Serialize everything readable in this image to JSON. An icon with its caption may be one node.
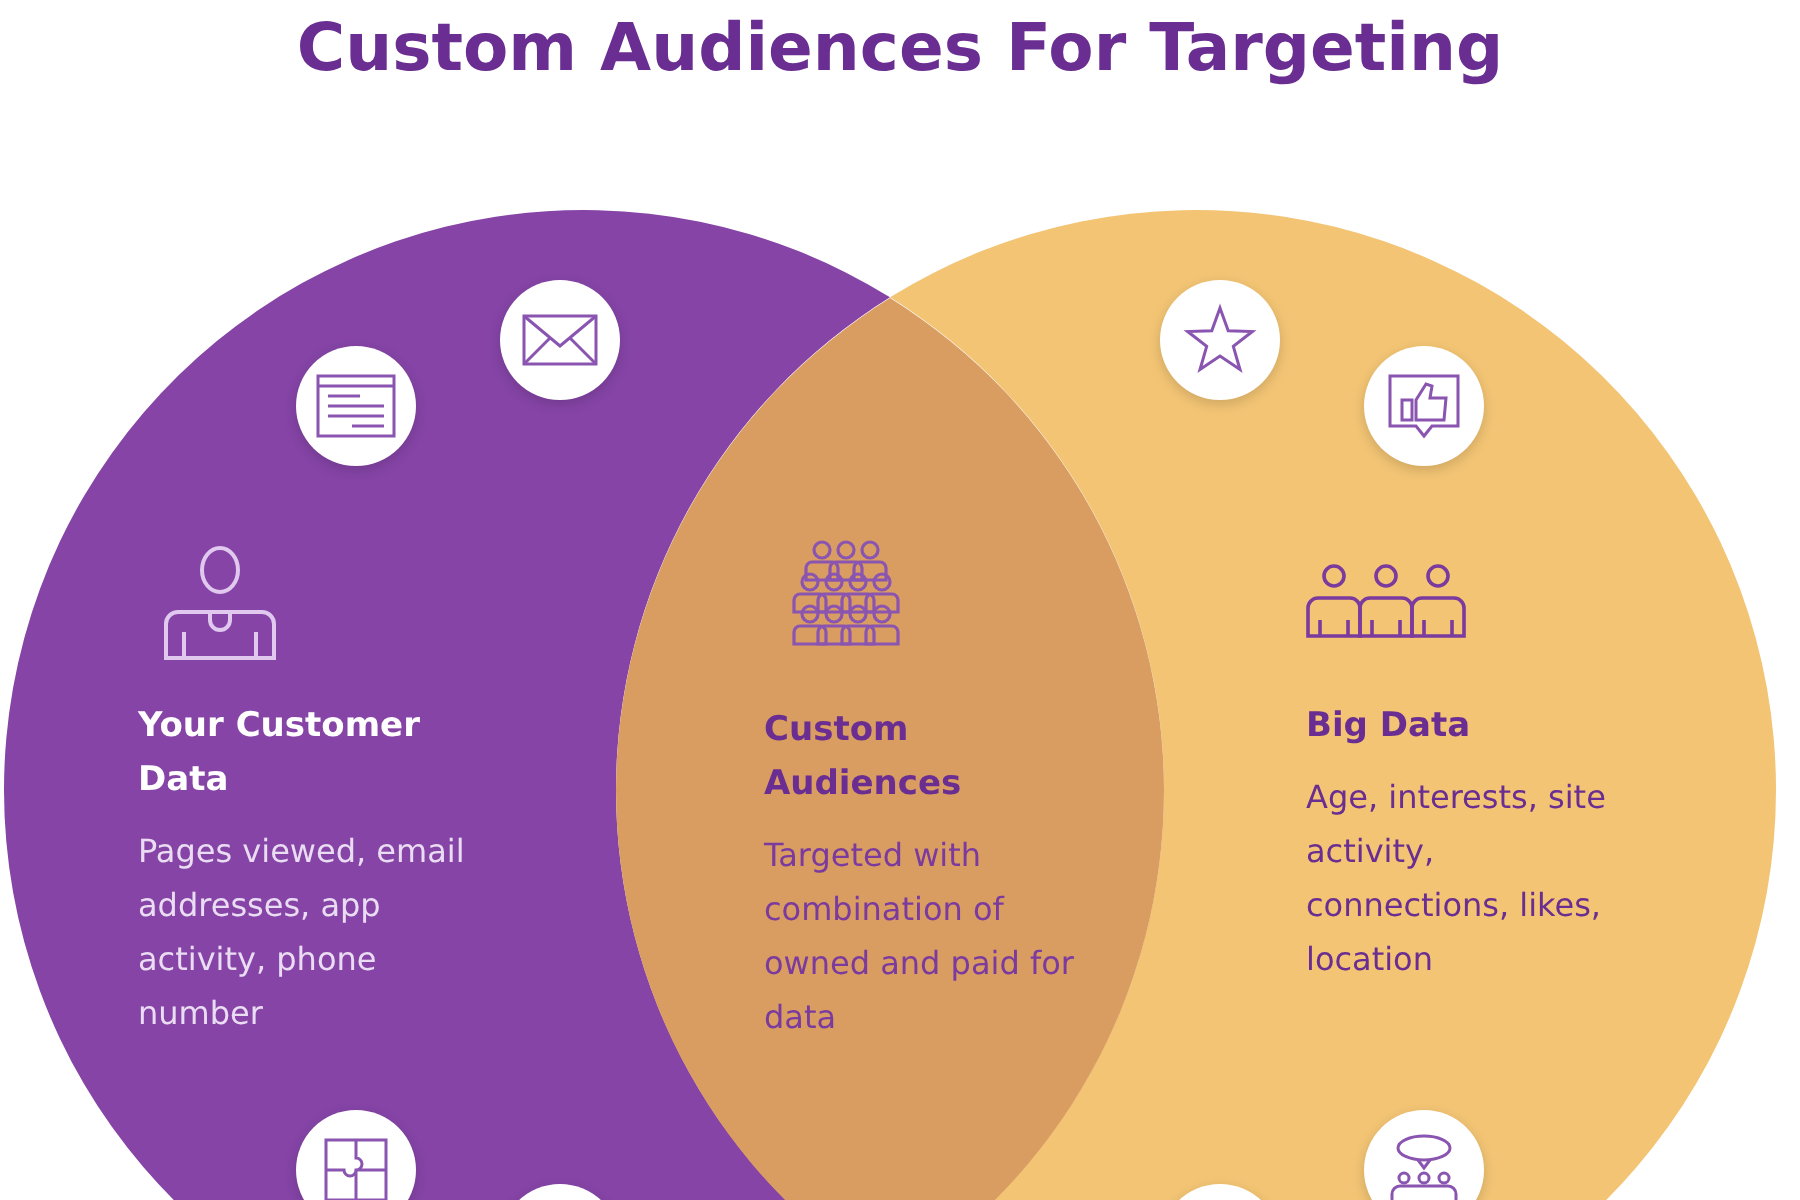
{
  "diagram": {
    "title": "Custom Audiences For Targeting",
    "nodes": [
      {
        "text": [
          "Your Customer Data",
          "Pages viewed, email addresses, app activity, phone number"
        ]
      },
      {
        "text": [
          "Big Data",
          "Age, interests, site activity, connections, likes, location"
        ]
      },
      {
        "text": [
          "Custom Audiences",
          "Targeted with combination of owned and paid for data"
        ]
      }
    ]
  }
}
